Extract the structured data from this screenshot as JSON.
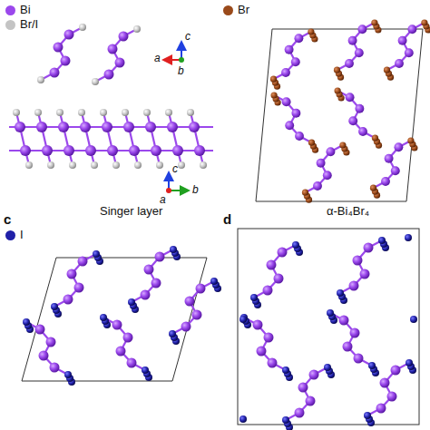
{
  "diagram": {
    "labels": [
      "a",
      "c",
      "b",
      "c",
      "a",
      "b",
      "Singer layer",
      "α-Bi₄Br₄",
      "c",
      "d"
    ],
    "legend": [
      {
        "text": "Bi",
        "color": "#9b48ec"
      },
      {
        "text": "Br/I",
        "color": "#c4c4c4"
      },
      {
        "text": "Br",
        "color": "#9a4a1a"
      },
      {
        "text": "I",
        "color": "#2020a8"
      }
    ]
  }
}
